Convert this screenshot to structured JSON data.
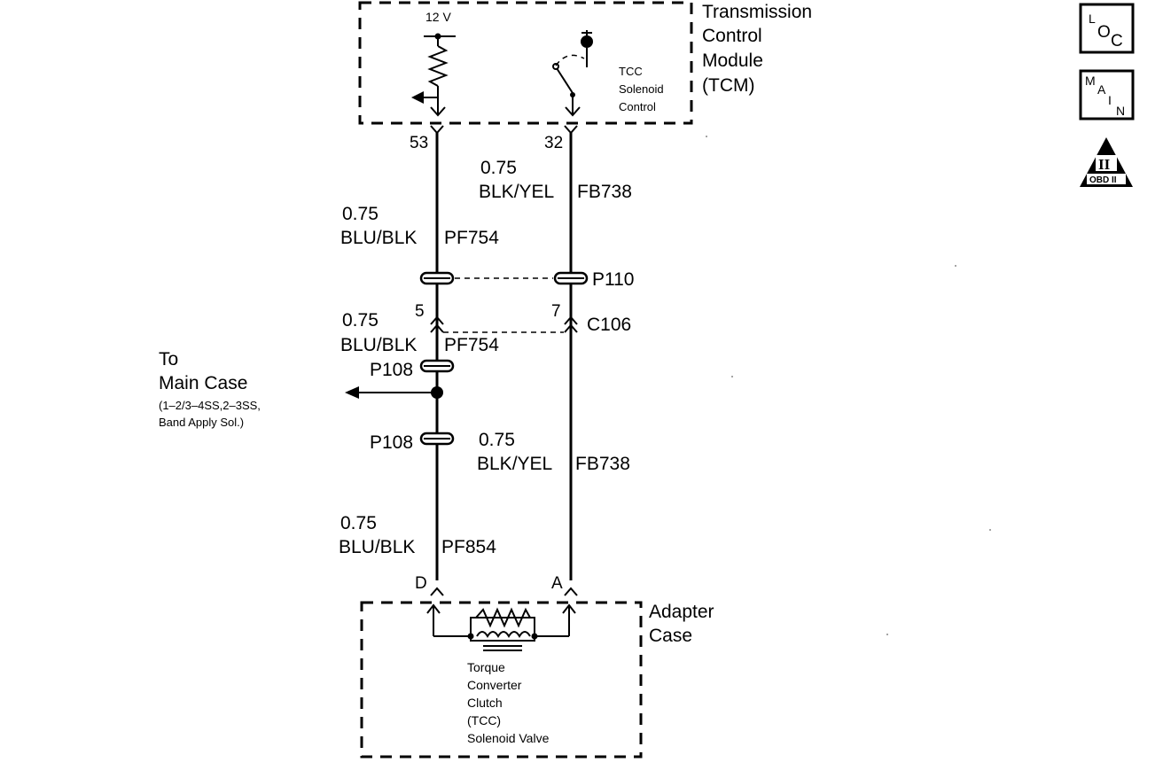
{
  "tcm": {
    "title_lines": [
      "Transmission",
      "Control",
      "Module",
      "(TCM)"
    ],
    "supply": "12 V",
    "switch_label_lines": [
      "TCC",
      "Solenoid",
      "Control"
    ]
  },
  "pins": {
    "tcm_left": "53",
    "tcm_right": "32",
    "c106_left": "5",
    "c106_right": "7",
    "adapter_left": "D",
    "adapter_right": "A"
  },
  "wires": {
    "right_upper": {
      "size": "0.75",
      "color": "BLK/YEL",
      "circuit": "FB738"
    },
    "left_upper": {
      "size": "0.75",
      "color": "BLU/BLK",
      "circuit": "PF754"
    },
    "left_mid": {
      "size": "0.75",
      "color": "BLU/BLK",
      "circuit": "PF754"
    },
    "right_lower": {
      "size": "0.75",
      "color": "BLK/YEL",
      "circuit": "FB738"
    },
    "left_lower": {
      "size": "0.75",
      "color": "BLU/BLK",
      "circuit": "PF854"
    }
  },
  "connectors": {
    "p110": "P110",
    "c106": "C106",
    "p108_upper": "P108",
    "p108_lower": "P108"
  },
  "branch": {
    "title_lines": [
      "To",
      "Main Case"
    ],
    "detail_lines": [
      "(1–2/3–4SS,2–3SS,",
      "Band Apply Sol.)"
    ]
  },
  "adapter": {
    "title_lines": [
      "Adapter",
      "Case"
    ],
    "valve_label_lines": [
      "Torque",
      "Converter",
      "Clutch",
      "(TCC)",
      "Solenoid Valve"
    ]
  },
  "icons": {
    "loc": {
      "top": "L",
      "bottom": "O",
      "third": "C"
    },
    "main": {
      "letters": [
        "M",
        "A",
        "I",
        "N"
      ]
    },
    "obd": {
      "roman": "II",
      "caption": "OBD II"
    }
  }
}
